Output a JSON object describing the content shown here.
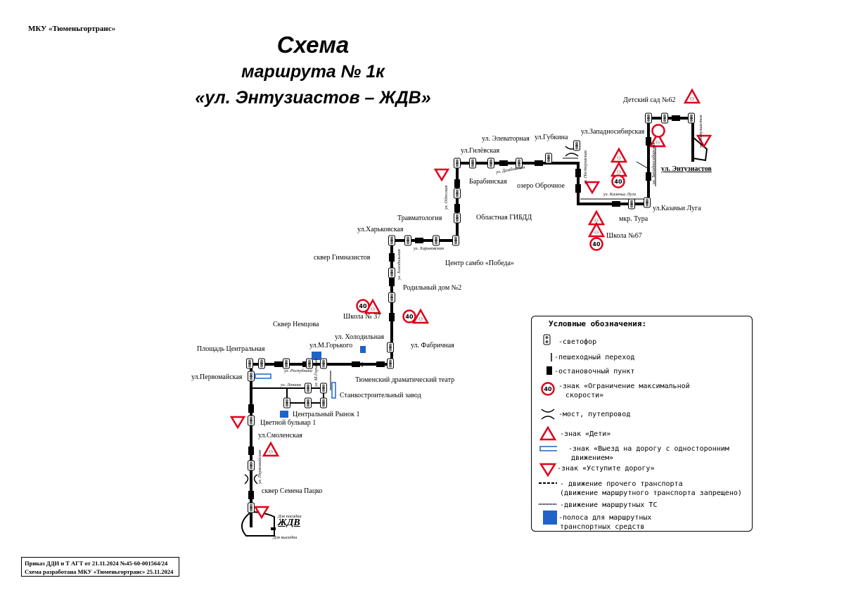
{
  "header": {
    "org": "МКУ «Тюменьгортранс»",
    "title1": "Схема",
    "title2": "маршрута № 1к",
    "title3": "«ул. Энтузиастов – ЖДВ»"
  },
  "labels": {
    "detsad": "Детский сад №62",
    "zapsib": "ул.Западносибирская",
    "entuz": "ул. Энтузиастов",
    "elevator": "ул. Элеваторная",
    "gubkin": "ул.Губкина",
    "gilev": "ул.Гилёвская",
    "barab": "Барабинская",
    "oberoch": "озеро Оброчное",
    "kazluga": "ул.Казачьи Луга",
    "tura": "мкр. Тура",
    "school67": "Школа №67",
    "gibdd": "Областная ГИБДД",
    "trauma": "Травматология",
    "kharkov": "ул.Харьковская",
    "sambo": "Центр самбо «Победа»",
    "gymnaz": "сквер Гимназистов",
    "roddom": "Родильный дом №2",
    "school37": "Школа № 37",
    "nemtsov": "Сквер Немцова",
    "kholod": "ул. Холодильная",
    "gorkiy": "ул.М.Горького",
    "fabrich": "ул. Фабричная",
    "ploshad": "Площадь Центральная",
    "teatr": "Тюменский драматический театр",
    "pervom": "ул.Первомайская",
    "stanko": "Станкостроительный завод",
    "rynok": "Центральный Рынок 1",
    "cvetbul": "Цветной бульвар 1",
    "smolen": "ул.Смоленская",
    "patsko": "сквер Семена Пацко",
    "zhdv": "ЖДВ",
    "posadka": "Для посадки",
    "vysadka": "Для высадки"
  },
  "streets": {
    "dambov": "ул. Дамбовская",
    "odes": "ул. Одесская",
    "kharkov2": "ул. Харьковская",
    "holod2": "ул. Холодильная",
    "respubl": "ул. Республики",
    "lenina": "ул. Ленина",
    "mgork": "ул. М.Горького",
    "pervom2": "ул. Первомайская",
    "pestor": "ул. Пестеровская",
    "kazluga2": "ул. Казачьи Луга",
    "zapsib2": "ул. Западносибирская",
    "entuz2": "ул. Энтузиастов"
  },
  "speed": "40",
  "legend": {
    "title": "Условные обозначения:",
    "svetofor": "-светофор",
    "perehod": "-пешеходный переход",
    "ostanovka": "-остановочный пункт",
    "speed": "-знак «Ограничение максимальной",
    "speed2": "скорости»",
    "most": "-мост, путепровод",
    "deti": "-знак «Дети»",
    "odnostor": "-знак «Выезд на дорогу с односторонним",
    "odnostor2": "движением»",
    "ustupi": "-знак «Уступите дорогу»",
    "prochee": "- движение прочего транспорта",
    "prochee2": "(движение маршрутного транспорта запрещено)",
    "marshrut": "-движение маршрутных ТС",
    "polosa": "-полоса для маршрутных",
    "polosa2": "транспортных средств"
  },
  "footer": {
    "line1": "Приказ ДДИ и Т АГТ от 21.11.2024 №45-60-001564/24",
    "line2": "Схема разработана МКУ «Тюменьгортранс» 25.11.2024"
  },
  "colors": {
    "route": "#000000",
    "sign_red": "#e0001a",
    "lane_blue": "#1e63c8"
  }
}
